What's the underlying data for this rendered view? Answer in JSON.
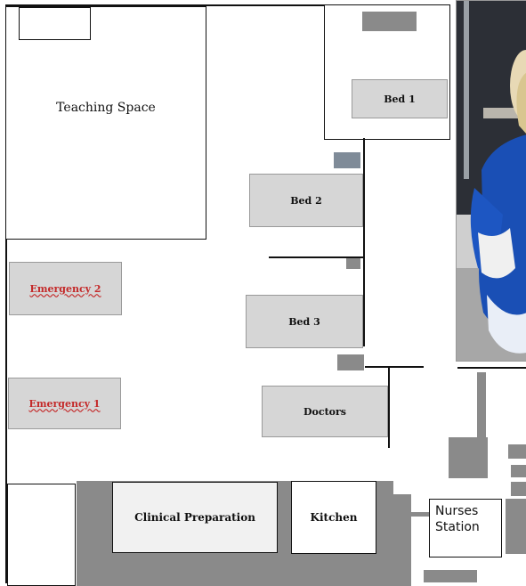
{
  "rooms": {
    "teaching_space": "Teaching Space",
    "bed_1": "Bed 1",
    "bed_2": "Bed 2",
    "bed_3": "Bed 3",
    "emergency_2": "Emergency 2",
    "emergency_1": "Emergency 1",
    "doctors": "Doctors",
    "clinical_preparation": "Clinical Preparation",
    "kitchen": "Kitchen",
    "nurses_station": "Nurses Station"
  },
  "colors": {
    "wall": "#111111",
    "bed_fill": "#d6d6d6",
    "equipment": "#8a8a8a",
    "emergency_text": "#c42a2a",
    "nurse_uniform": "#1a4fb5"
  }
}
